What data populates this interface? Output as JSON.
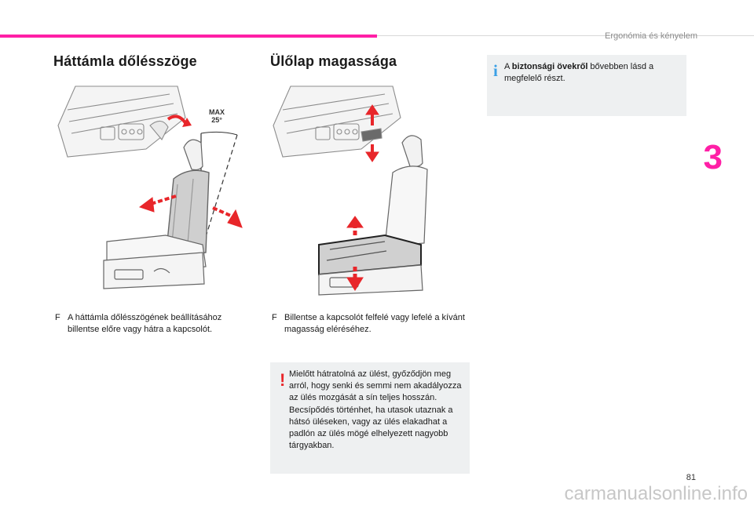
{
  "header": {
    "chapter_title": "Ergonómia és kényelem",
    "chapter_number": "3"
  },
  "left": {
    "title": "Háttámla dőlésszöge",
    "figure_label": "MAX\n25°",
    "step_bullet": "F",
    "step_text": "A háttámla dőlésszögének beállításához billentse előre vagy hátra a kapcsolót."
  },
  "middle": {
    "title": "Ülőlap magassága",
    "step_bullet": "F",
    "step_text": "Billentse a kapcsolót felfelé vagy lefelé a kívánt magasság eléréséhez.",
    "warning_icon": "!",
    "warning_text": "Mielőtt hátratolná az ülést, győződjön meg arról, hogy senki és semmi nem akadályozza az ülés mozgását a sín teljes hosszán.\nBecsípődés történhet, ha utasok utaznak a hátsó üléseken, vagy az ülés elakadhat a padlón az ülés mögé elhelyezett nagyobb tárgyakban."
  },
  "right": {
    "info_icon": "i",
    "info_prefix": "A ",
    "info_bold": "biztonsági övekről",
    "info_suffix": " bővebben lásd a megfelelő részt."
  },
  "footer": {
    "page_number": "81",
    "watermark": "carmanualsonline.info"
  },
  "colors": {
    "accent": "#ff1fa6",
    "arrow": "#e8262a",
    "info": "#3aa0e6"
  }
}
